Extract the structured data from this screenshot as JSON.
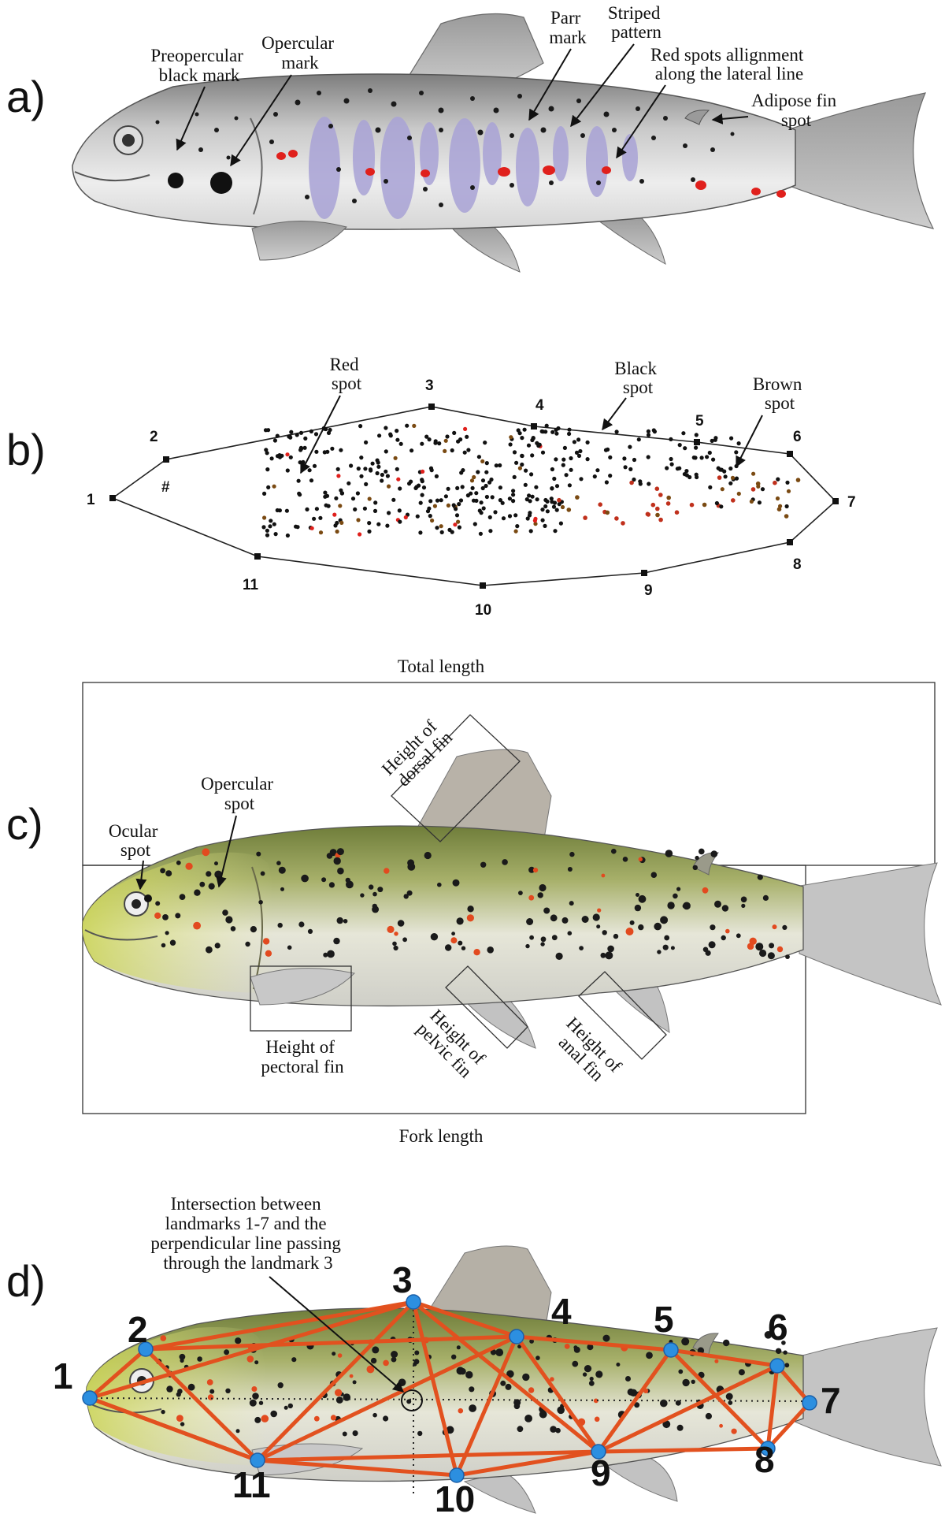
{
  "panels": [
    "a)",
    "b)",
    "c)",
    "d)"
  ],
  "panel_a": {
    "labels": {
      "preopercular": [
        "Preopercular",
        "black mark"
      ],
      "opercular": [
        "Opercular",
        "mark"
      ],
      "parr": [
        "Parr",
        "mark"
      ],
      "striped": [
        "Striped",
        "pattern"
      ],
      "redspots": [
        "Red spots allignment",
        "along the lateral line"
      ],
      "adipose": [
        "Adipose fin",
        "spot"
      ]
    }
  },
  "panel_b": {
    "labels": {
      "red": [
        "Red",
        "spot"
      ],
      "black": [
        "Black",
        "spot"
      ],
      "brown": [
        "Brown",
        "spot"
      ]
    },
    "hash": "#",
    "landmarks": [
      "1",
      "2",
      "3",
      "4",
      "5",
      "6",
      "7",
      "8",
      "9",
      "10",
      "11"
    ]
  },
  "panel_c": {
    "total_length": "Total length",
    "fork_length": "Fork length",
    "ocular": [
      "Ocular",
      "spot"
    ],
    "opercular": [
      "Opercular",
      "spot"
    ],
    "dorsal": [
      "Height of",
      "dorsal fin"
    ],
    "pectoral": [
      "Height of",
      "pectoral fin"
    ],
    "pelvic": [
      "Height of",
      "pelvic fin"
    ],
    "anal": [
      "Height of",
      "anal fin"
    ]
  },
  "panel_d": {
    "intersection": [
      "Intersection between",
      "landmarks 1-7 and the",
      "perpendicular line passing",
      "through the landmark 3"
    ],
    "landmarks": [
      "1",
      "2",
      "3",
      "4",
      "5",
      "6",
      "7",
      "8",
      "9",
      "10",
      "11"
    ]
  },
  "colors": {
    "parr_mark": "#a9a3d6",
    "red_spot": "#e0201c",
    "landmark_line": "#e2511f",
    "landmark_dot": "#2c8fe0",
    "brown_spot": "#7a4a12"
  }
}
